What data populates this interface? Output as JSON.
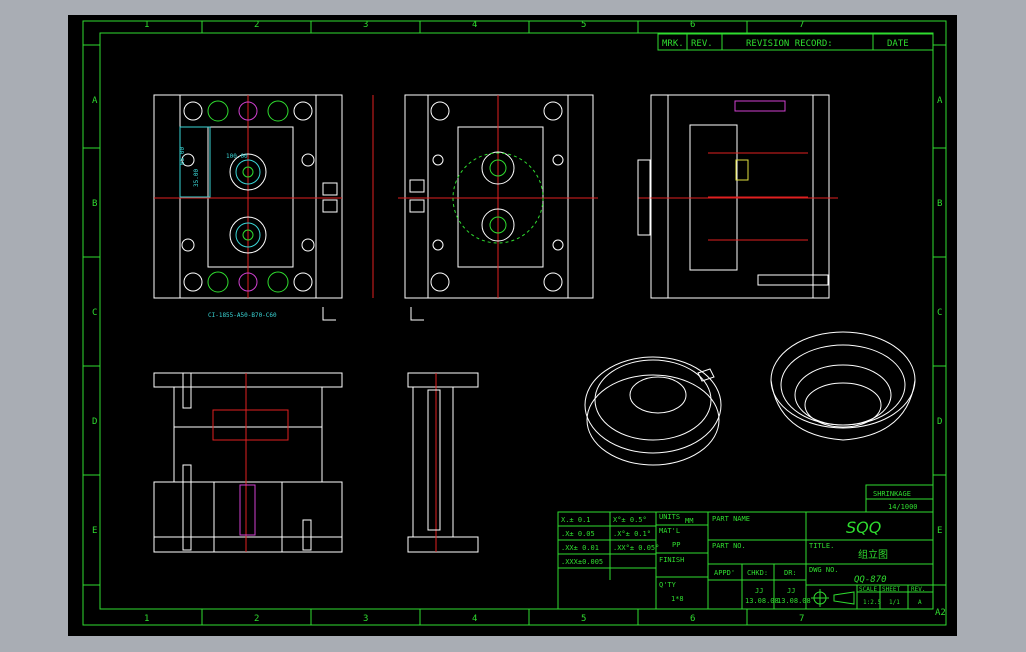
{
  "drawing": {
    "grid_columns": [
      "1",
      "2",
      "3",
      "4",
      "5",
      "6",
      "7"
    ],
    "grid_rows": [
      "A",
      "B",
      "C",
      "D",
      "E"
    ],
    "sheet_size": "A2",
    "mold_label": "CI-1855-A50-B70-C60",
    "dim_top": "100.00",
    "dim_left_1": "65.00",
    "dim_left_2": "35.00",
    "colors": {
      "frame": "#2fdc2f",
      "outline": "#ffffff",
      "centerline": "#e02020",
      "dimension": "#3ad6d6"
    }
  },
  "revision_block": {
    "mark": "MRK.",
    "rev": "REV.",
    "record": "REVISION RECORD:",
    "date": "DATE"
  },
  "shrinkage": {
    "label": "SHRINKAGE",
    "value": "14/1000"
  },
  "tolerances": [
    [
      "X.± 0.1",
      "X°± 0.5°"
    ],
    [
      ".X± 0.05",
      ".X°± 0.1°"
    ],
    [
      ".XX± 0.01",
      ".XX°± 0.05°"
    ],
    [
      ".XXX±0.005",
      ""
    ]
  ],
  "title_block": {
    "units_label": "UNITS",
    "units": "MM",
    "matl_label": "MAT'L",
    "matl": "PP",
    "finish_label": "FINISH",
    "qty_label": "Q'TY",
    "qty": "1*8",
    "part_name_label": "PART NAME",
    "part_no_label": "PART NO.",
    "appd_label": "APPD'",
    "chkd_label": "CHKD:",
    "dr_label": "DR:",
    "chkd_by": "JJ",
    "chkd_date": "13.08.08",
    "dr_by": "JJ",
    "dr_date": "13.08.08",
    "company": "SQQ",
    "title_label": "TITLE.",
    "title": "组立图",
    "dwg_no_label": "DWG NO.",
    "dwg_no": "QQ-870",
    "scale_label": "SCALE",
    "scale": "1:2.5",
    "sheet_label": "SHEET",
    "sheet": "1/1",
    "rev_label": "REV.",
    "rev": "A"
  }
}
